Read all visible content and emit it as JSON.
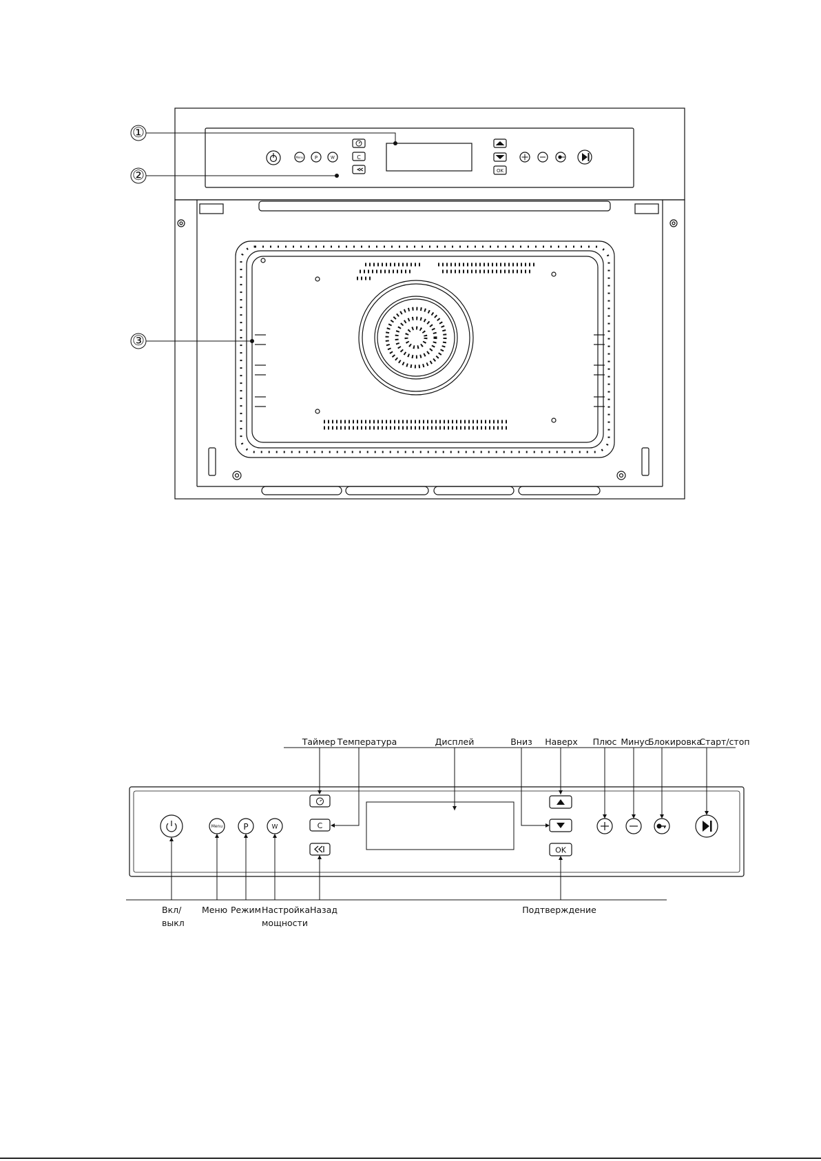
{
  "oven_callouts": [
    {
      "num": "①"
    },
    {
      "num": "②"
    },
    {
      "num": "③"
    }
  ],
  "panel": {
    "menu_button": "Menu",
    "p_button": "P",
    "w_button": "W",
    "c_button": "C",
    "ok_button": "OK"
  },
  "labels_top": {
    "timer": "Таймер",
    "temperature": "Температура",
    "display": "Дисплей",
    "down": "Вниз",
    "up": "Наверх",
    "plus": "Плюс",
    "minus": "Минус",
    "lock": "Блокировка",
    "start_stop": "Старт/стоп"
  },
  "labels_bottom": {
    "power_line1": "Вкл/",
    "power_line2": "выкл",
    "menu": "Меню",
    "mode": "Режим",
    "power_setting_line1": "Настройка",
    "power_setting_line2": "мощности",
    "back": "Назад",
    "confirm": "Подтверждение"
  }
}
